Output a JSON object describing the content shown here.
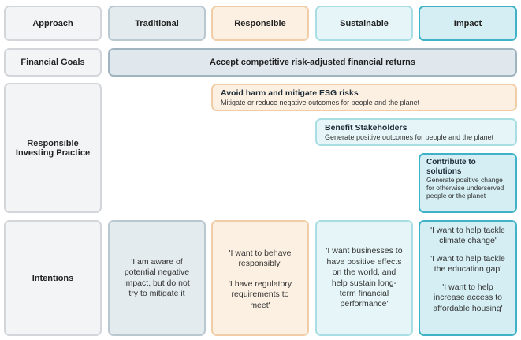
{
  "header": {
    "approach": "Approach",
    "traditional": "Traditional",
    "responsible": "Responsible",
    "sustainable": "Sustainable",
    "impact": "Impact"
  },
  "financial_goals": {
    "label": "Financial Goals",
    "text": "Accept competitive risk-adjusted financial returns"
  },
  "practice": {
    "label": "Responsible Investing Practice",
    "avoid_harm": {
      "title": "Avoid harm and mitigate ESG risks",
      "desc": "Mitigate or reduce negative outcomes for people and the planet"
    },
    "benefit": {
      "title": "Benefit Stakeholders",
      "desc": "Generate positive outcomes for people and the planet"
    },
    "contribute": {
      "title": "Contribute to solutions",
      "desc": "Generate positive change for otherwise underserved people or the planet"
    }
  },
  "intentions": {
    "label": "Intentions",
    "traditional": "'I am aware of potential negative impact, but do not try to mitigate it",
    "responsible": [
      "'I want to behave responsibly'",
      "'I have regulatory requirements to meet'"
    ],
    "sustainable": "'I want businesses to have positive effects on the world, and help sustain long-term financial performance'",
    "impact": [
      "'I want to help tackle climate change'",
      "'I want to help tackle the education gap'",
      "'I want to help increase access to affordable housing'"
    ]
  }
}
